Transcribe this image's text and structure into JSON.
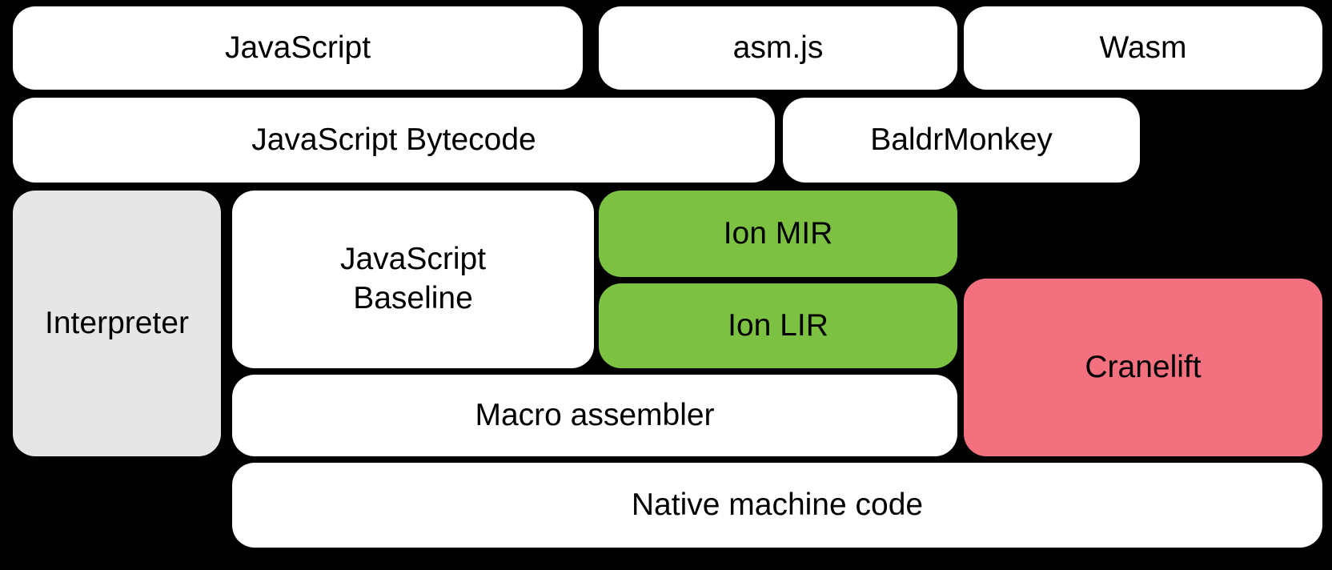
{
  "diagram": {
    "description": "JavaScript / WebAssembly engine compilation pipeline diagram",
    "background_color": "#000000",
    "text_color": "#000000",
    "colors": {
      "default_box": "#ffffff",
      "interpreter_box": "#e6e6e6",
      "ion_box": "#7cc142",
      "cranelift_box": "#f3707f"
    },
    "nodes": {
      "javascript": {
        "label": "JavaScript",
        "color": "#ffffff"
      },
      "asmjs": {
        "label": "asm.js",
        "color": "#ffffff"
      },
      "wasm": {
        "label": "Wasm",
        "color": "#ffffff"
      },
      "bytecode": {
        "label": "JavaScript Bytecode",
        "color": "#ffffff"
      },
      "baldrmonkey": {
        "label": "BaldrMonkey",
        "color": "#ffffff"
      },
      "interpreter": {
        "label": "Interpreter",
        "color": "#e6e6e6"
      },
      "baseline": {
        "label": "JavaScript\nBaseline",
        "color": "#ffffff"
      },
      "ion_mir": {
        "label": "Ion MIR",
        "color": "#7cc142"
      },
      "ion_lir": {
        "label": "Ion LIR",
        "color": "#7cc142"
      },
      "cranelift": {
        "label": "Cranelift",
        "color": "#f3707f"
      },
      "macro_assembler": {
        "label": "Macro assembler",
        "color": "#ffffff"
      },
      "native": {
        "label": "Native machine code",
        "color": "#ffffff"
      }
    }
  }
}
